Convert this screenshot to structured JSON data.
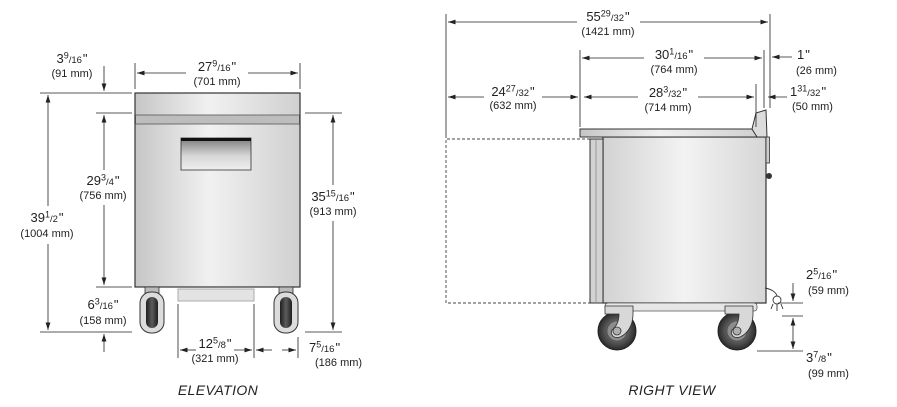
{
  "elevation": {
    "title": "ELEVATION",
    "top_offset": {
      "whole": "3",
      "num": "9",
      "den": "/16",
      "mark": "\"",
      "mm": "(91 mm)"
    },
    "width": {
      "whole": "27",
      "num": "9",
      "den": "/16",
      "mark": "\"",
      "mm": "(701 mm)"
    },
    "upper_height": {
      "whole": "29",
      "num": "3",
      "den": "/4",
      "mark": "\"",
      "mm": "(756 mm)"
    },
    "overall_height": {
      "whole": "39",
      "num": "1",
      "den": "/2",
      "mark": "\"",
      "mm": "(1004 mm)"
    },
    "side_height": {
      "whole": "35",
      "num": "15",
      "den": "/16",
      "mark": "\"",
      "mm": "(913 mm)"
    },
    "lower_height": {
      "whole": "6",
      "num": "3",
      "den": "/16",
      "mark": "\"",
      "mm": "(158 mm)"
    },
    "base_width": {
      "whole": "12",
      "num": "5",
      "den": "/8",
      "mark": "\"",
      "mm": "(321 mm)"
    },
    "caster_offset": {
      "whole": "7",
      "num": "5",
      "den": "/16",
      "mark": "\"",
      "mm": "(186 mm)"
    }
  },
  "right_view": {
    "title": "RIGHT VIEW",
    "overall_depth": {
      "whole": "55",
      "num": "29",
      "den": "/32",
      "mark": "\"",
      "mm": "(1421 mm)"
    },
    "top_depth": {
      "whole": "30",
      "num": "1",
      "den": "/16",
      "mark": "\"",
      "mm": "(764 mm)"
    },
    "rear_offset": {
      "whole": "1",
      "mark": "\"",
      "mm": "(26 mm)"
    },
    "front_clearance": {
      "whole": "24",
      "num": "27",
      "den": "/32",
      "mark": "\"",
      "mm": "(632 mm)"
    },
    "body_depth": {
      "whole": "28",
      "num": "3",
      "den": "/32",
      "mark": "\"",
      "mm": "(714 mm)"
    },
    "backsplash_depth": {
      "whole": "1",
      "num": "31",
      "den": "/32",
      "mark": "\"",
      "mm": "(50 mm)"
    },
    "base_gap": {
      "whole": "2",
      "num": "5",
      "den": "/16",
      "mark": "\"",
      "mm": "(59 mm)"
    },
    "caster_height": {
      "whole": "3",
      "num": "7",
      "den": "/8",
      "mark": "\"",
      "mm": "(99 mm)"
    }
  }
}
